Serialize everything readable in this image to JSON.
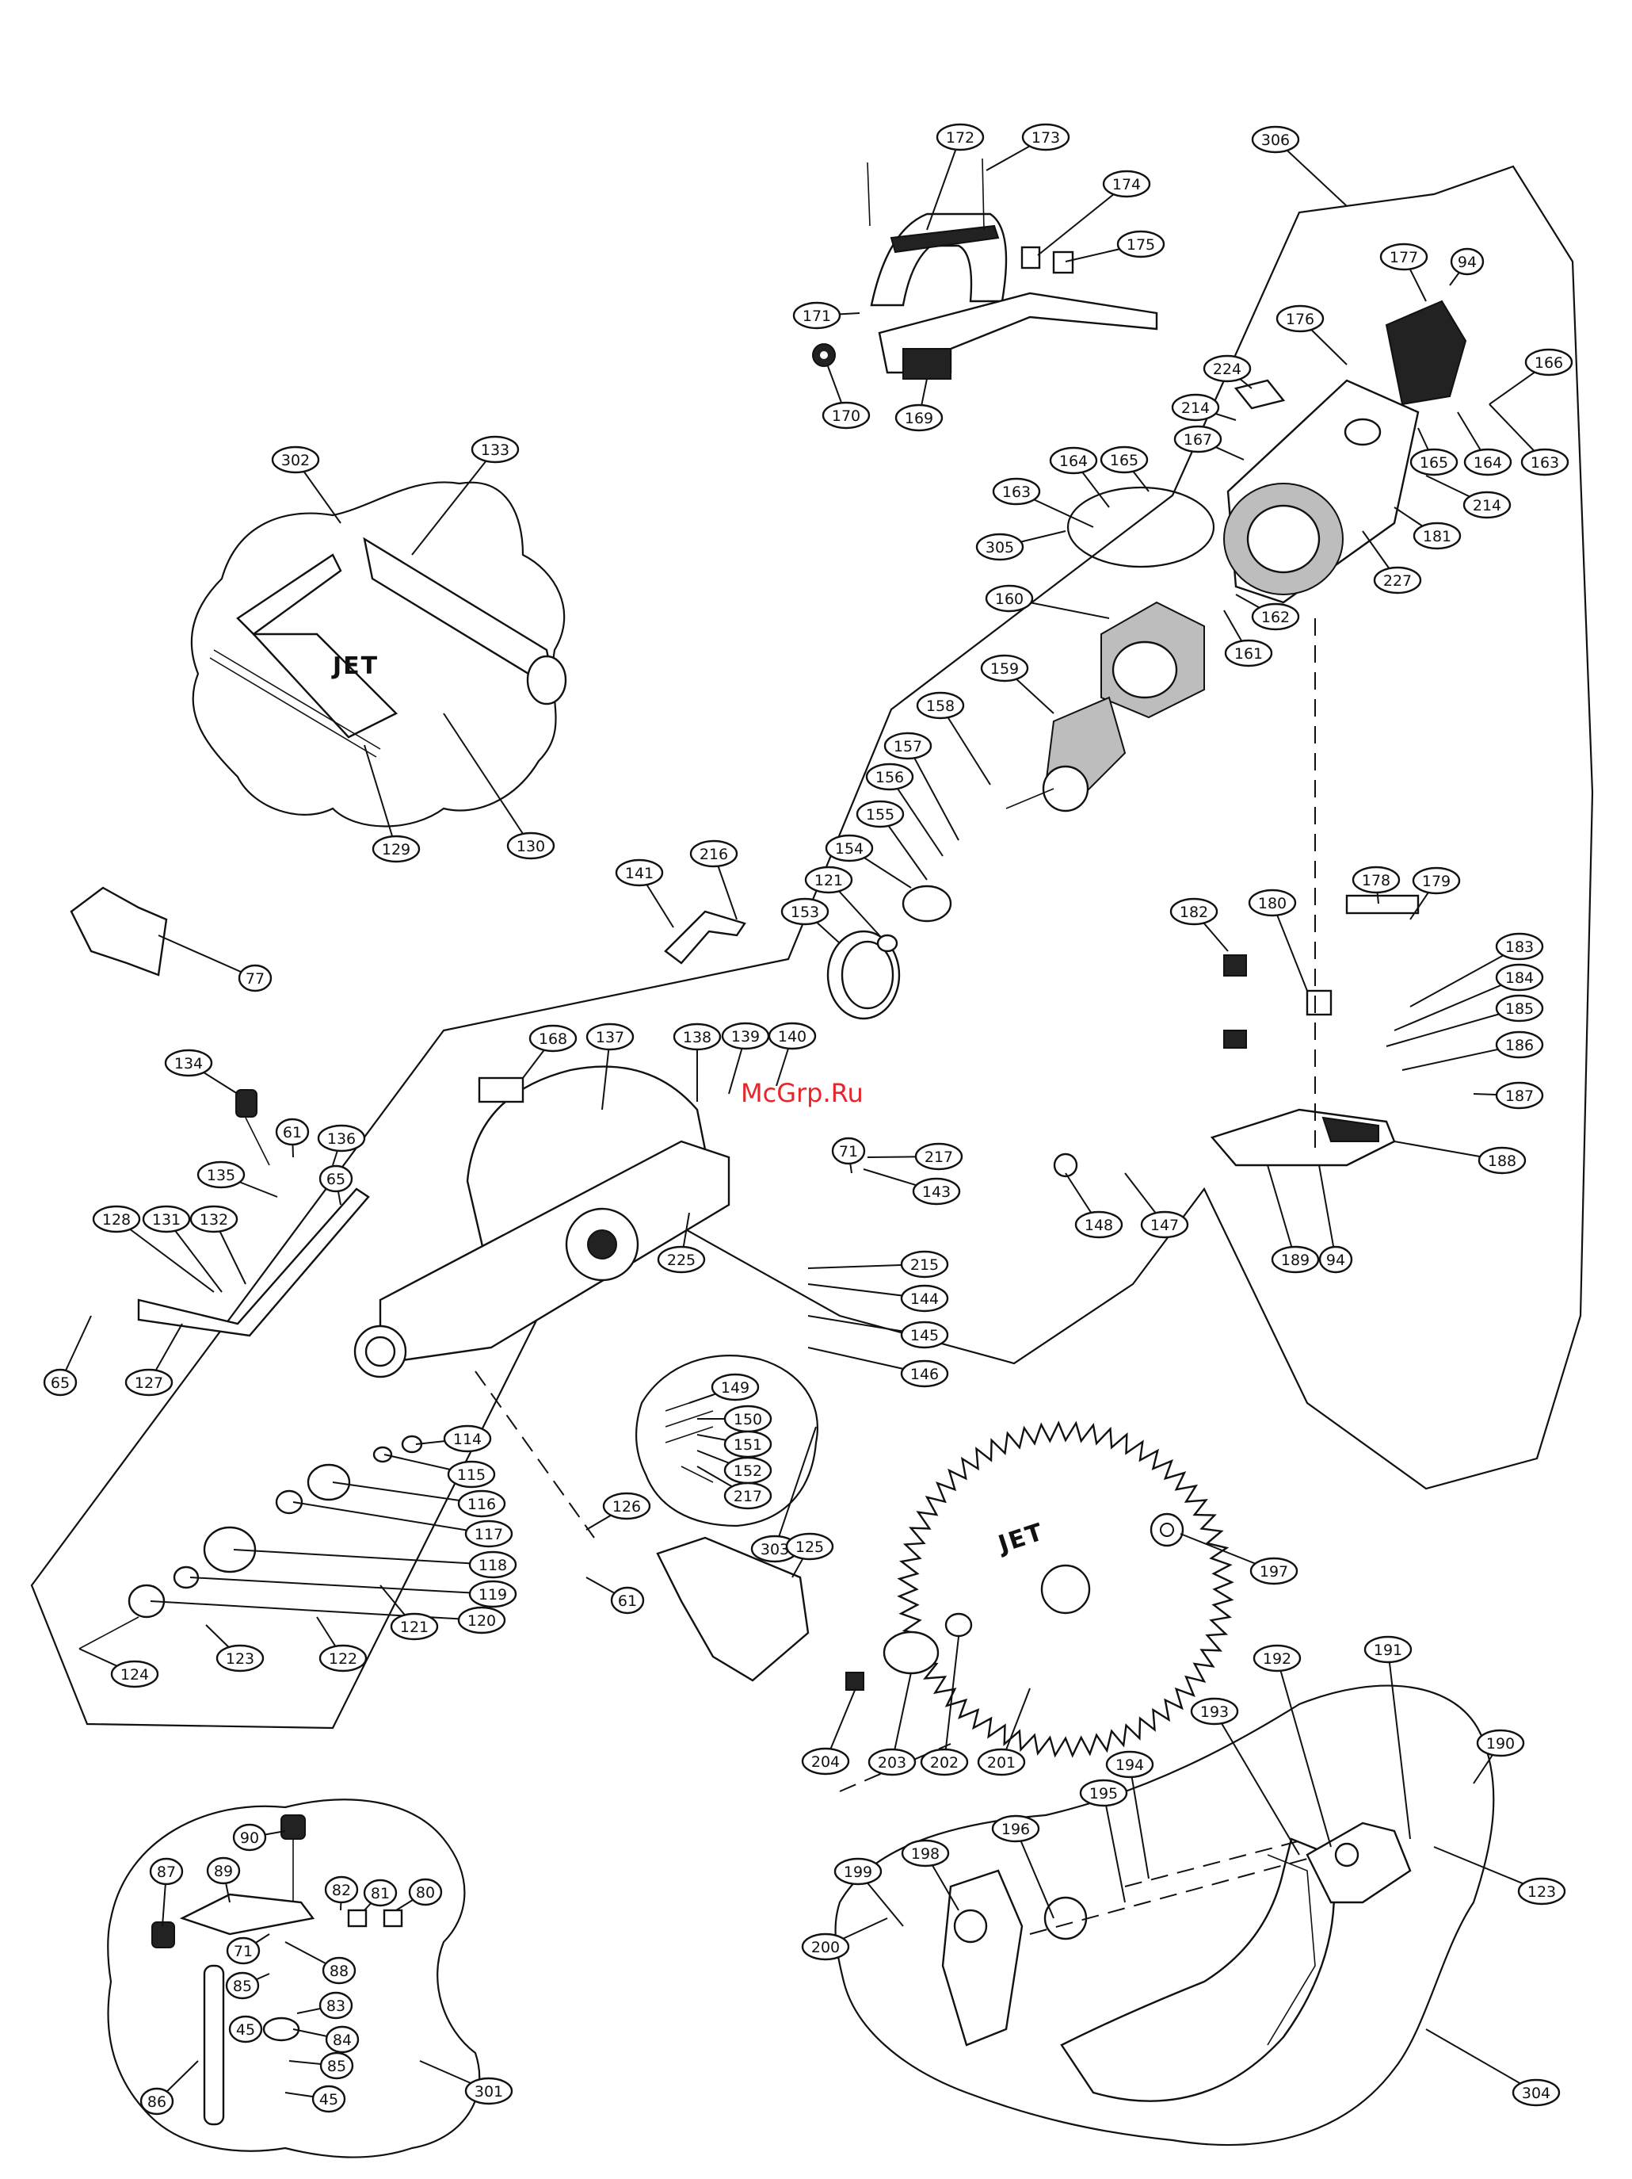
{
  "watermark": "McGrp.Ru",
  "brand_mark": "JET",
  "callouts": [
    {
      "label": "172"
    },
    {
      "label": "173"
    },
    {
      "label": "306"
    },
    {
      "label": "174"
    },
    {
      "label": "175"
    },
    {
      "label": "171"
    },
    {
      "label": "170"
    },
    {
      "label": "169"
    },
    {
      "label": "177"
    },
    {
      "label": "94"
    },
    {
      "label": "176"
    },
    {
      "label": "224"
    },
    {
      "label": "166"
    },
    {
      "label": "214"
    },
    {
      "label": "167"
    },
    {
      "label": "165"
    },
    {
      "label": "164"
    },
    {
      "label": "163"
    },
    {
      "label": "165"
    },
    {
      "label": "164"
    },
    {
      "label": "163"
    },
    {
      "label": "305"
    },
    {
      "label": "214"
    },
    {
      "label": "181"
    },
    {
      "label": "227"
    },
    {
      "label": "162"
    },
    {
      "label": "160"
    },
    {
      "label": "161"
    },
    {
      "label": "159"
    },
    {
      "label": "158"
    },
    {
      "label": "157"
    },
    {
      "label": "156"
    },
    {
      "label": "155"
    },
    {
      "label": "154"
    },
    {
      "label": "121"
    },
    {
      "label": "153"
    },
    {
      "label": "302"
    },
    {
      "label": "133"
    },
    {
      "label": "129"
    },
    {
      "label": "130"
    },
    {
      "label": "141"
    },
    {
      "label": "216"
    },
    {
      "label": "77"
    },
    {
      "label": "178"
    },
    {
      "label": "179"
    },
    {
      "label": "182"
    },
    {
      "label": "180"
    },
    {
      "label": "183"
    },
    {
      "label": "184"
    },
    {
      "label": "185"
    },
    {
      "label": "186"
    },
    {
      "label": "187"
    },
    {
      "label": "188"
    },
    {
      "label": "168"
    },
    {
      "label": "137"
    },
    {
      "label": "138"
    },
    {
      "label": "139"
    },
    {
      "label": "140"
    },
    {
      "label": "134"
    },
    {
      "label": "61"
    },
    {
      "label": "136"
    },
    {
      "label": "135"
    },
    {
      "label": "65"
    },
    {
      "label": "71"
    },
    {
      "label": "217"
    },
    {
      "label": "143"
    },
    {
      "label": "148"
    },
    {
      "label": "147"
    },
    {
      "label": "189"
    },
    {
      "label": "94"
    },
    {
      "label": "128"
    },
    {
      "label": "131"
    },
    {
      "label": "132"
    },
    {
      "label": "225"
    },
    {
      "label": "215"
    },
    {
      "label": "144"
    },
    {
      "label": "145"
    },
    {
      "label": "146"
    },
    {
      "label": "65"
    },
    {
      "label": "127"
    },
    {
      "label": "149"
    },
    {
      "label": "150"
    },
    {
      "label": "151"
    },
    {
      "label": "152"
    },
    {
      "label": "217"
    },
    {
      "label": "303"
    },
    {
      "label": "114"
    },
    {
      "label": "115"
    },
    {
      "label": "116"
    },
    {
      "label": "117"
    },
    {
      "label": "118"
    },
    {
      "label": "119"
    },
    {
      "label": "120"
    },
    {
      "label": "121"
    },
    {
      "label": "122"
    },
    {
      "label": "123"
    },
    {
      "label": "124"
    },
    {
      "label": "126"
    },
    {
      "label": "61"
    },
    {
      "label": "125"
    },
    {
      "label": "197"
    },
    {
      "label": "204"
    },
    {
      "label": "203"
    },
    {
      "label": "202"
    },
    {
      "label": "201"
    },
    {
      "label": "192"
    },
    {
      "label": "191"
    },
    {
      "label": "190"
    },
    {
      "label": "193"
    },
    {
      "label": "194"
    },
    {
      "label": "123"
    },
    {
      "label": "195"
    },
    {
      "label": "196"
    },
    {
      "label": "198"
    },
    {
      "label": "199"
    },
    {
      "label": "200"
    },
    {
      "label": "304"
    },
    {
      "label": "90"
    },
    {
      "label": "87"
    },
    {
      "label": "89"
    },
    {
      "label": "82"
    },
    {
      "label": "81"
    },
    {
      "label": "80"
    },
    {
      "label": "71"
    },
    {
      "label": "88"
    },
    {
      "label": "85"
    },
    {
      "label": "83"
    },
    {
      "label": "45"
    },
    {
      "label": "84"
    },
    {
      "label": "86"
    },
    {
      "label": "85"
    },
    {
      "label": "45"
    },
    {
      "label": "301"
    }
  ]
}
